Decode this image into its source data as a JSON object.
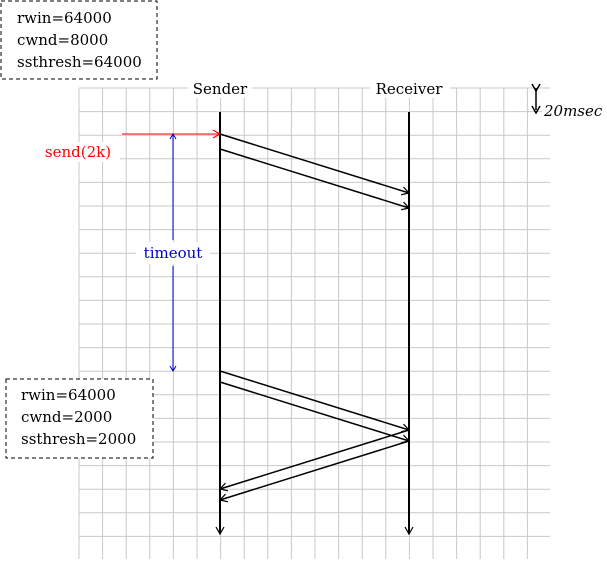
{
  "state_box_initial": {
    "lines": [
      "rwin=64000",
      "cwnd=8000",
      "ssthresh=64000"
    ]
  },
  "state_box_after_timeout": {
    "lines": [
      "rwin=64000",
      "cwnd=2000",
      "ssthresh=2000"
    ]
  },
  "lanes": {
    "sender_label": "Sender",
    "receiver_label": "Receiver"
  },
  "scale": {
    "label": "20msec"
  },
  "events": {
    "send_label": "send(2k)",
    "timeout_label": "timeout"
  },
  "colors": {
    "grid": "#c8c8c8",
    "line": "#000000",
    "send": "#ff0000",
    "timeout": "#0000cc"
  }
}
